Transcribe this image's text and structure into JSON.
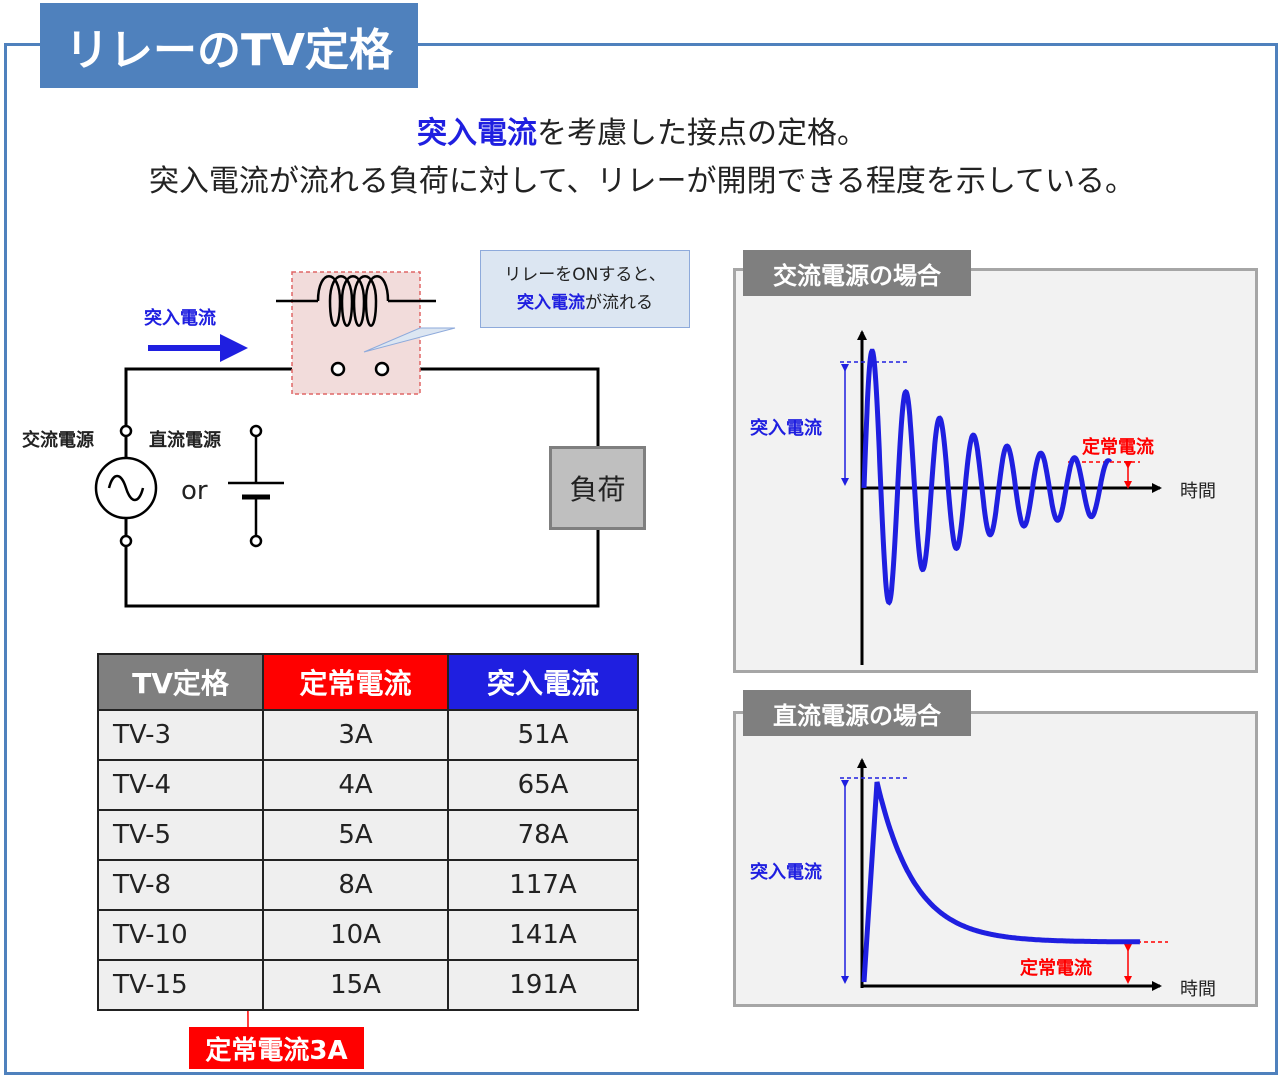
{
  "title": "リレーのTV定格",
  "intro": {
    "line1_highlight": "突入電流",
    "line1_rest": "を考慮した接点の定格。",
    "line2": "突入電流が流れる負荷に対して、リレーが開閉できる程度を示している。"
  },
  "circuit": {
    "inrush_arrow_label": "突入電流",
    "ac_source_label": "交流電源",
    "dc_source_label": "直流電源",
    "or_label": "or",
    "load_label": "負荷",
    "callout_line1": "リレーをONすると、",
    "callout_highlight": "突入電流",
    "callout_rest": "が流れる"
  },
  "table": {
    "headers": [
      "TV定格",
      "定常電流",
      "突入電流"
    ],
    "rows": [
      [
        "TV-3",
        "3A",
        "51A"
      ],
      [
        "TV-4",
        "4A",
        "65A"
      ],
      [
        "TV-5",
        "5A",
        "78A"
      ],
      [
        "TV-8",
        "8A",
        "117A"
      ],
      [
        "TV-10",
        "10A",
        "141A"
      ],
      [
        "TV-15",
        "15A",
        "191A"
      ]
    ],
    "note": "定常電流3A"
  },
  "ac_graph": {
    "title": "交流電源の場合",
    "inrush_label": "突入電流",
    "steady_label": "定常電流",
    "x_axis_label": "時間"
  },
  "dc_graph": {
    "title": "直流電源の場合",
    "inrush_label": "突入電流",
    "steady_label": "定常電流",
    "x_axis_label": "時間"
  },
  "colors": {
    "accent": "#4f81bd",
    "inrush": "#1f1fe0",
    "steady": "#ff0000"
  }
}
